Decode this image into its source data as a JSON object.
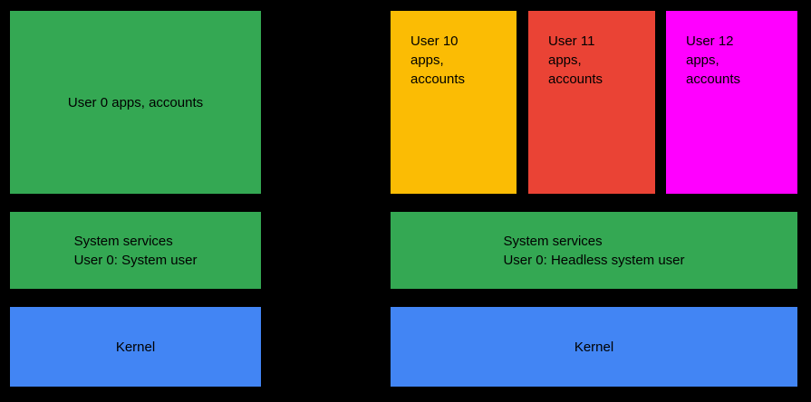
{
  "diagram": {
    "background_color": "#000000",
    "text_color": "#000000",
    "palette": {
      "green": "#34A853",
      "yellow": "#FBBC04",
      "red": "#EA4335",
      "magenta": "#FF00FF",
      "blue": "#4285F4"
    },
    "left_column": {
      "user_layer": {
        "label": "User 0 apps, accounts",
        "color": "#34A853"
      },
      "system_layer": {
        "label": "System services\nUser 0: System user",
        "color": "#34A853"
      },
      "kernel_layer": {
        "label": "Kernel",
        "color": "#4285F4"
      }
    },
    "right_column": {
      "user_layers": [
        {
          "label": "User 10\napps,\naccounts",
          "color": "#FBBC04"
        },
        {
          "label": "User 11\napps,\naccounts",
          "color": "#EA4335"
        },
        {
          "label": "User 12\napps,\naccounts",
          "color": "#FF00FF"
        }
      ],
      "system_layer": {
        "label": "System services\nUser 0: Headless system user",
        "color": "#34A853"
      },
      "kernel_layer": {
        "label": "Kernel",
        "color": "#4285F4"
      }
    }
  }
}
